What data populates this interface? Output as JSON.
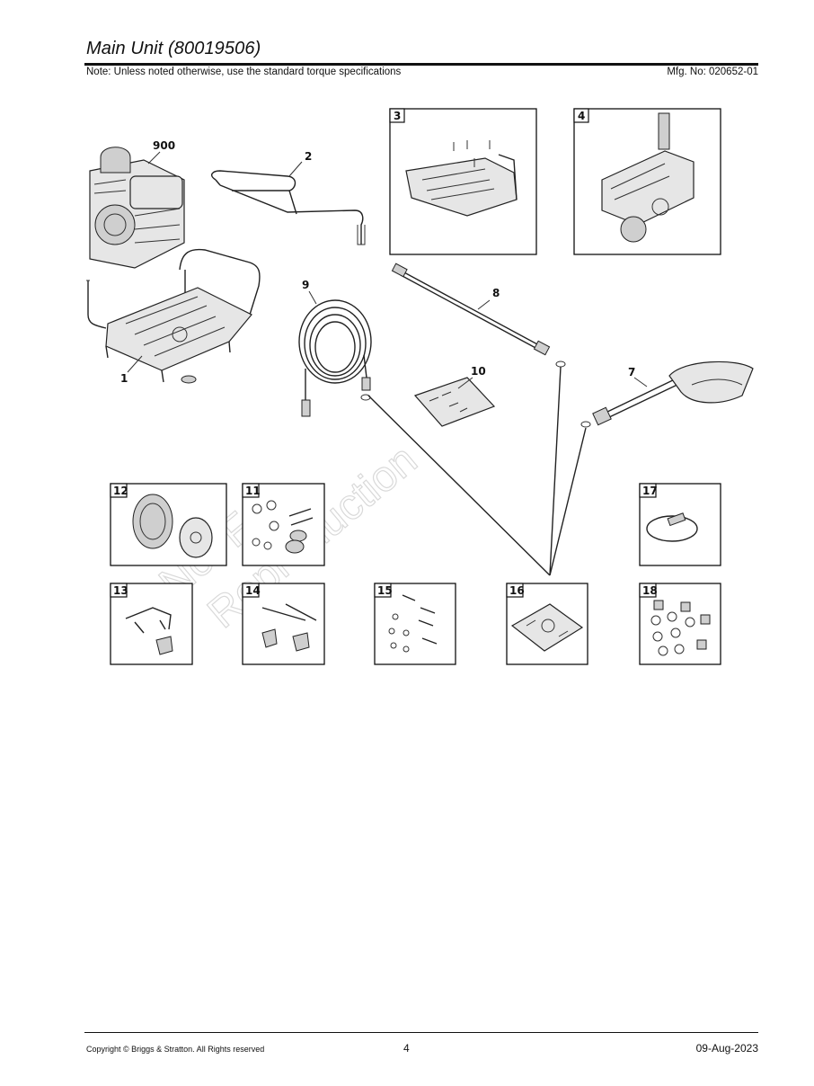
{
  "header": {
    "title": "Main Unit (80019506)",
    "note": "Note: Unless noted otherwise, use the standard torque specifications",
    "mfg": "Mfg. No: 020652-01"
  },
  "watermark": {
    "line1": "Not For",
    "line2": "Reproduction"
  },
  "callouts": {
    "c900": "900",
    "c2": "2",
    "c1": "1",
    "c9": "9",
    "c8": "8",
    "c10": "10",
    "c7": "7"
  },
  "boxes": {
    "b3": "3",
    "b4": "4",
    "b12": "12",
    "b11": "11",
    "b17": "17",
    "b13": "13",
    "b14": "14",
    "b15": "15",
    "b16": "16",
    "b18": "18"
  },
  "footer": {
    "copyright": "Copyright ©  Briggs & Stratton. All Rights reserved",
    "page": "4",
    "date": "09-Aug-2023"
  }
}
